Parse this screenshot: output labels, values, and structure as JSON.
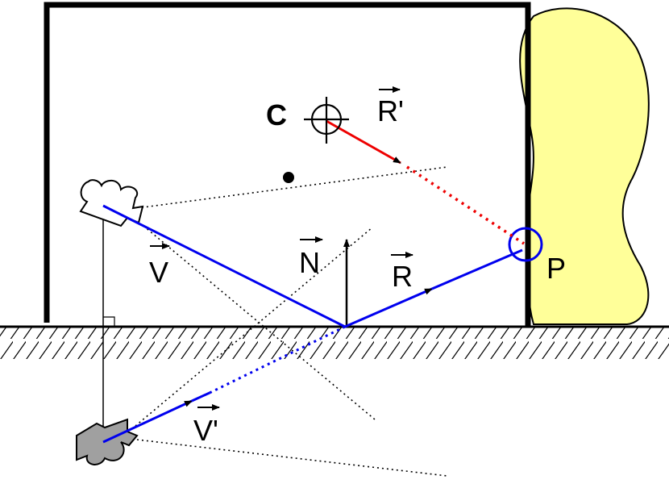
{
  "labels": {
    "C": "C",
    "R_prime": "R'",
    "V": "V",
    "N": "N",
    "R": "R",
    "P": "P",
    "V_prime": "V'"
  },
  "colors": {
    "background": "#ffffff",
    "ink": "#000000",
    "ray_blue": "#0000ee",
    "ray_red": "#ee0000",
    "blob_fill": "#ffff99",
    "mirror_camera_fill": "#a0a0a0"
  },
  "icons": {
    "camera": "camera-icon",
    "mirror_camera": "camera-icon",
    "crosshair": "crosshair-icon"
  }
}
